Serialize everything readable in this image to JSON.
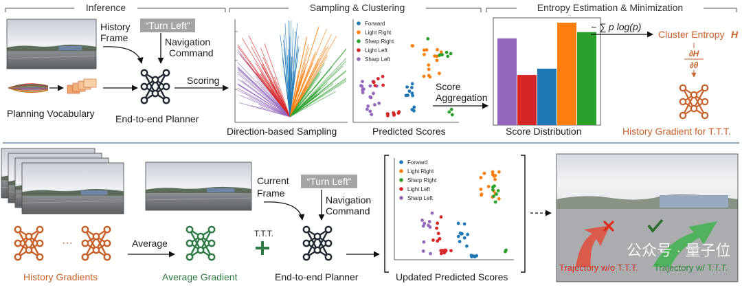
{
  "sections": {
    "inference": "Inference",
    "sampling": "Sampling & Clustering",
    "entropy": "Entropy Estimation & Minimization"
  },
  "top": {
    "history_frame": [
      "History",
      "Frame"
    ],
    "turn_left": "“Turn Left”",
    "navigation_command": [
      "Navigation",
      "Command"
    ],
    "scoring": "Scoring",
    "planning_vocabulary": "Planning Vocabulary",
    "e2e_planner": "End-to-end Planner",
    "direction_sampling": "Direction-based Sampling",
    "predicted_scores": "Predicted Scores",
    "score_aggregation": [
      "Score",
      "Aggregation"
    ],
    "score_distribution": "Score Distribution",
    "entropy_formula": "− ∑ p log(p)",
    "cluster_entropy": "Cluster Entropy",
    "cluster_entropy_symbol": "H",
    "gradient_num": "∂H",
    "gradient_den": "∂θ",
    "history_gradient": "History Gradient for T.T.T."
  },
  "legend": [
    "Forward",
    "Light Right",
    "Sharp Right",
    "Light Left",
    "Sharp Left"
  ],
  "colors": {
    "forward": "#1f77b4",
    "light_right": "#ff7f0e",
    "sharp_right": "#2ca02c",
    "light_left": "#d62728",
    "sharp_left": "#9467bd",
    "accent_orange": "#c8602a",
    "accent_green": "#2d7a44",
    "divider": "#6b8fb8"
  },
  "chart_data": {
    "type": "bar",
    "categories": [
      "Sharp Left",
      "Light Left",
      "Forward",
      "Light Right",
      "Sharp Right"
    ],
    "values": [
      0.83,
      0.48,
      0.54,
      0.98,
      0.89
    ],
    "ylim": [
      0,
      1
    ]
  },
  "bottom": {
    "current_frame": [
      "Current",
      "Frame"
    ],
    "turn_left": "“Turn Left”",
    "navigation_command": [
      "Navigation",
      "Command"
    ],
    "ttt": "T.T.T.",
    "average": "Average",
    "dots": "···",
    "history_gradients": "History Gradients",
    "average_gradient": "Average Gradient",
    "e2e_planner": "End-to-end Planner",
    "updated_scores": "Updated Predicted Scores",
    "traj_without": "Trajectory w/o T.T.T.",
    "traj_with": "Trajectory w/ T.T.T.",
    "watermark": "公众号 · 量子位"
  }
}
